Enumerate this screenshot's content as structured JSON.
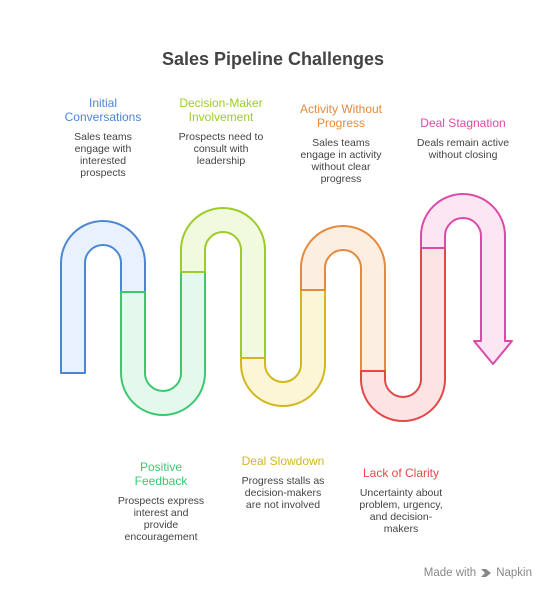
{
  "title": "Sales Pipeline Challenges",
  "steps": [
    {
      "title": "Initial\nConversations",
      "desc": "Sales teams\nengage with\ninterested\nprospects",
      "color": "#4a86d6",
      "fill": "#e9f1fc"
    },
    {
      "title": "Positive\nFeedback",
      "desc": "Prospects express\ninterest and\nprovide\nencouragement",
      "color": "#3cc870",
      "fill": "#e4f8eb"
    },
    {
      "title": "Decision-Maker\nInvolvement",
      "desc": "Prospects need to\nconsult with\nleadership",
      "color": "#9ccc28",
      "fill": "#f1f9de"
    },
    {
      "title": "Deal Slowdown",
      "desc": "Progress stalls as\ndecision-makers\nare not involved",
      "color": "#d2b81a",
      "fill": "#fcf6d6"
    },
    {
      "title": "Activity Without\nProgress",
      "desc": "Sales teams\nengage in activity\nwithout clear\nprogress",
      "color": "#e6893c",
      "fill": "#fdeee2"
    },
    {
      "title": "Lack of Clarity",
      "desc": "Uncertainty about\nproblem, urgency,\nand decision-\nmakers",
      "color": "#e34848",
      "fill": "#fde4e4"
    },
    {
      "title": "Deal Stagnation",
      "desc": "Deals remain active\nwithout closing",
      "color": "#dc4aa8",
      "fill": "#fde6f4"
    }
  ],
  "footer": {
    "prefix": "Made with",
    "brand": "Napkin",
    "icon": "napkin-logo-icon"
  }
}
